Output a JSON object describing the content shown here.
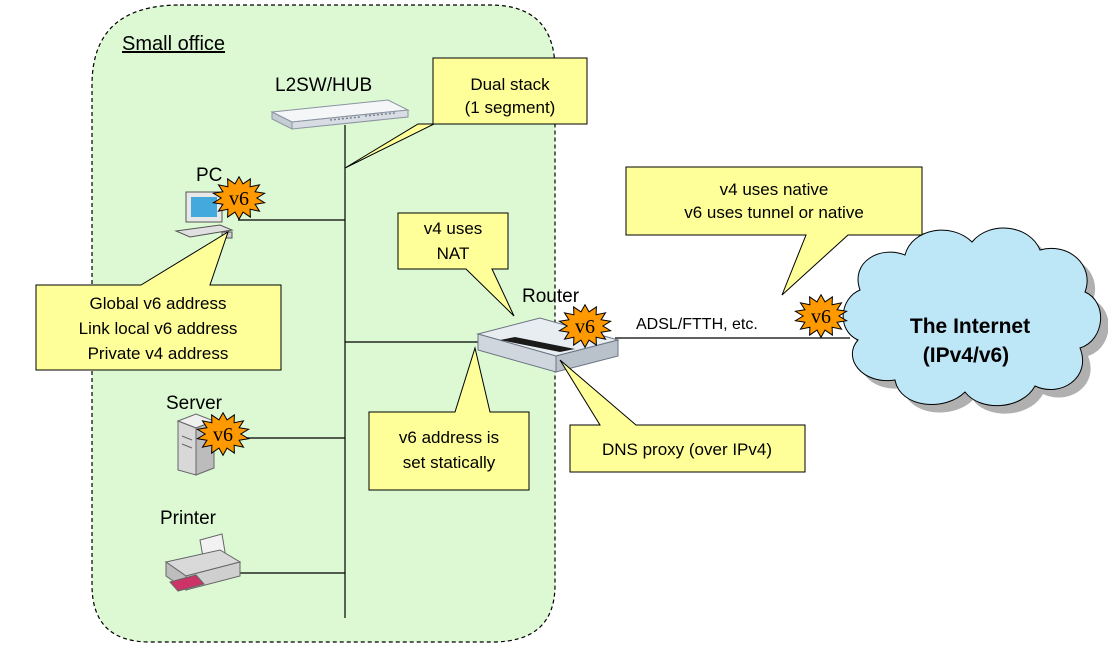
{
  "office": {
    "title": "Small office"
  },
  "devices": {
    "hub": "L2SW/HUB",
    "pc": "PC",
    "server": "Server",
    "printer": "Printer",
    "router": "Router"
  },
  "badge_label": "v6",
  "callouts": {
    "dual_stack": [
      "Dual stack",
      "(1 segment)"
    ],
    "pc_addresses": [
      "Global v6 address",
      "Link local v6 address",
      "Private v4 address"
    ],
    "router_nat": [
      "v4 uses",
      "NAT"
    ],
    "router_static": [
      "v6 address is",
      "set statically"
    ],
    "dns_proxy": [
      "DNS proxy (over IPv4)"
    ],
    "internet_link": [
      "v4 uses native",
      "v6 uses tunnel or native"
    ]
  },
  "link": {
    "label": "ADSL/FTTH, etc."
  },
  "internet": {
    "line1": "The Internet",
    "line2": "(IPv4/v6)"
  },
  "colors": {
    "office_fill": "#dcf9d4",
    "callout_fill": "#ffff99",
    "badge_fill": "#ff9900",
    "cloud_fill": "#bde6f7",
    "cloud_shadow": "#b0b0b0"
  }
}
